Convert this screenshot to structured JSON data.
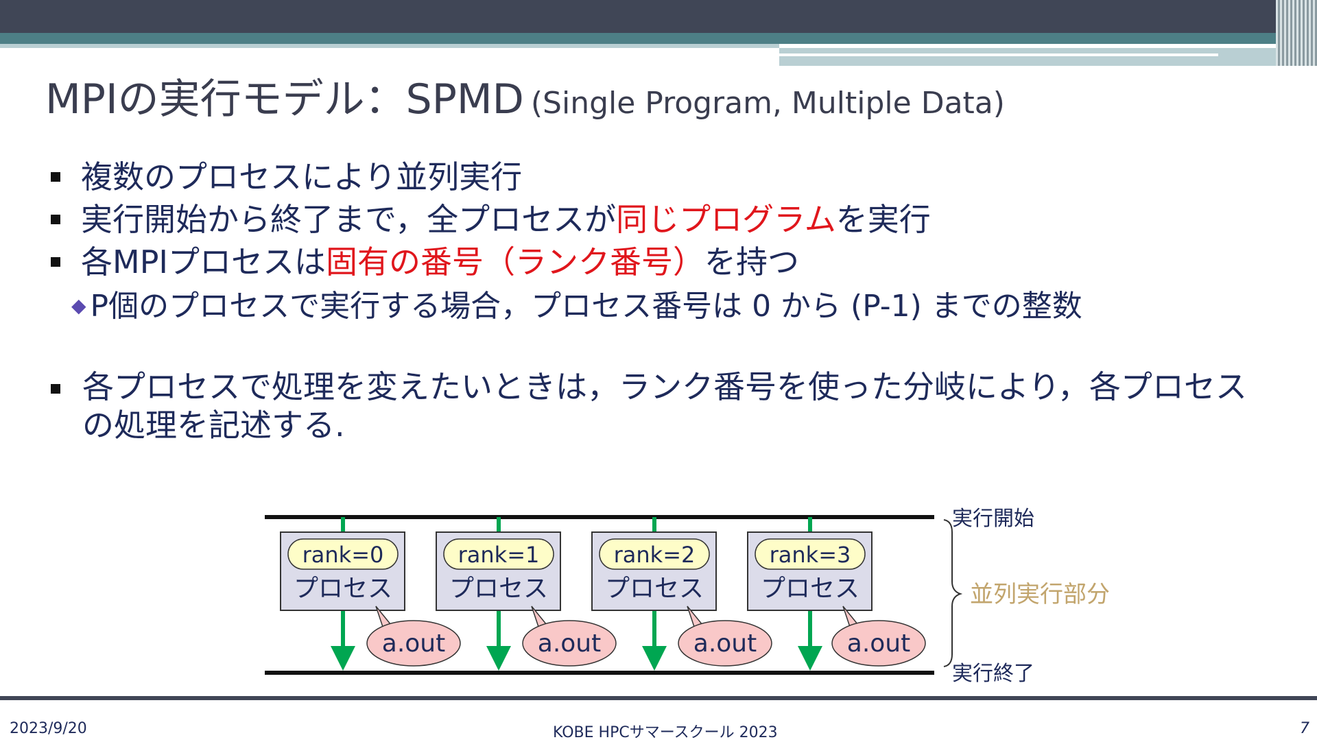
{
  "title": {
    "main": "MPIの実行モデル：SPMD",
    "sub": "(Single Program, Multiple Data)"
  },
  "bullets": [
    {
      "parts": [
        "複数のプロセスにより並列実行"
      ]
    },
    {
      "parts": [
        "実行開始から終了まで，全プロセスが",
        "同じプログラム",
        "を実行"
      ]
    },
    {
      "parts": [
        "各MPIプロセスは",
        "固有の番号（ランク番号）",
        "を持つ"
      ]
    }
  ],
  "subbullet": "P個のプロセスで実行する場合，プロセス番号は 0 から (P-1) までの整数",
  "paragraph": "各プロセスで処理を変えたいときは，ランク番号を使った分岐により，各プロセスの処理を記述する.",
  "diagram": {
    "start_label": "実行開始",
    "end_label": "実行終了",
    "parallel_label": "並列実行部分",
    "processes": [
      {
        "rank": "rank=0",
        "label": "プロセス",
        "program": "a.out"
      },
      {
        "rank": "rank=1",
        "label": "プロセス",
        "program": "a.out"
      },
      {
        "rank": "rank=2",
        "label": "プロセス",
        "program": "a.out"
      },
      {
        "rank": "rank=3",
        "label": "プロセス",
        "program": "a.out"
      }
    ],
    "colors": {
      "arrow": "#00a651",
      "box_fill": "#dcdcea",
      "pill_fill": "#fefdc8",
      "bubble_fill": "#f9c8c8",
      "parallel_text": "#c2a56d"
    }
  },
  "footer": {
    "date": "2023/9/20",
    "center": "KOBE HPCサマースクール 2023",
    "page": "7"
  }
}
